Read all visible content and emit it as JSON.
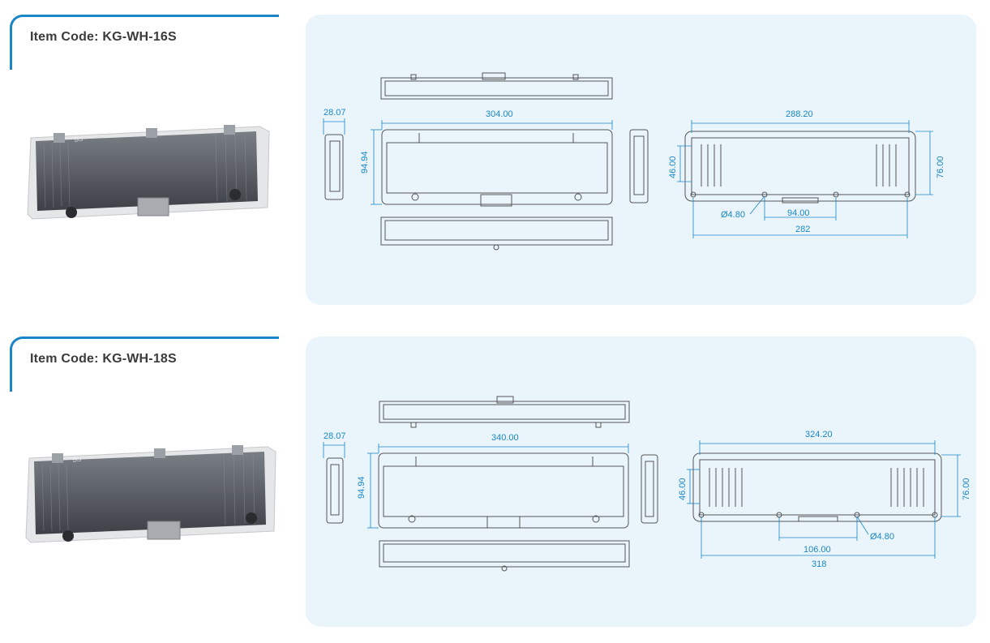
{
  "items": [
    {
      "code_label": "Item Code: KG-WH-16S",
      "photo_label": "▯▭",
      "dims": {
        "depth": "28.07",
        "length": "304.00",
        "height": "94.94",
        "inner_length": "288.20",
        "inner_height_small": "46.00",
        "inner_height": "76.00",
        "hole": "Ø4.80",
        "hole_spacing": "94.00",
        "mount_length": "282"
      }
    },
    {
      "code_label": "Item Code: KG-WH-18S",
      "photo_label": "▯▭",
      "dims": {
        "depth": "28.07",
        "length": "340.00",
        "height": "94.94",
        "inner_length": "324.20",
        "inner_height_small": "46.00",
        "inner_height": "76.00",
        "hole": "Ø4.80",
        "hole_spacing": "106.00",
        "mount_length": "318"
      }
    }
  ]
}
